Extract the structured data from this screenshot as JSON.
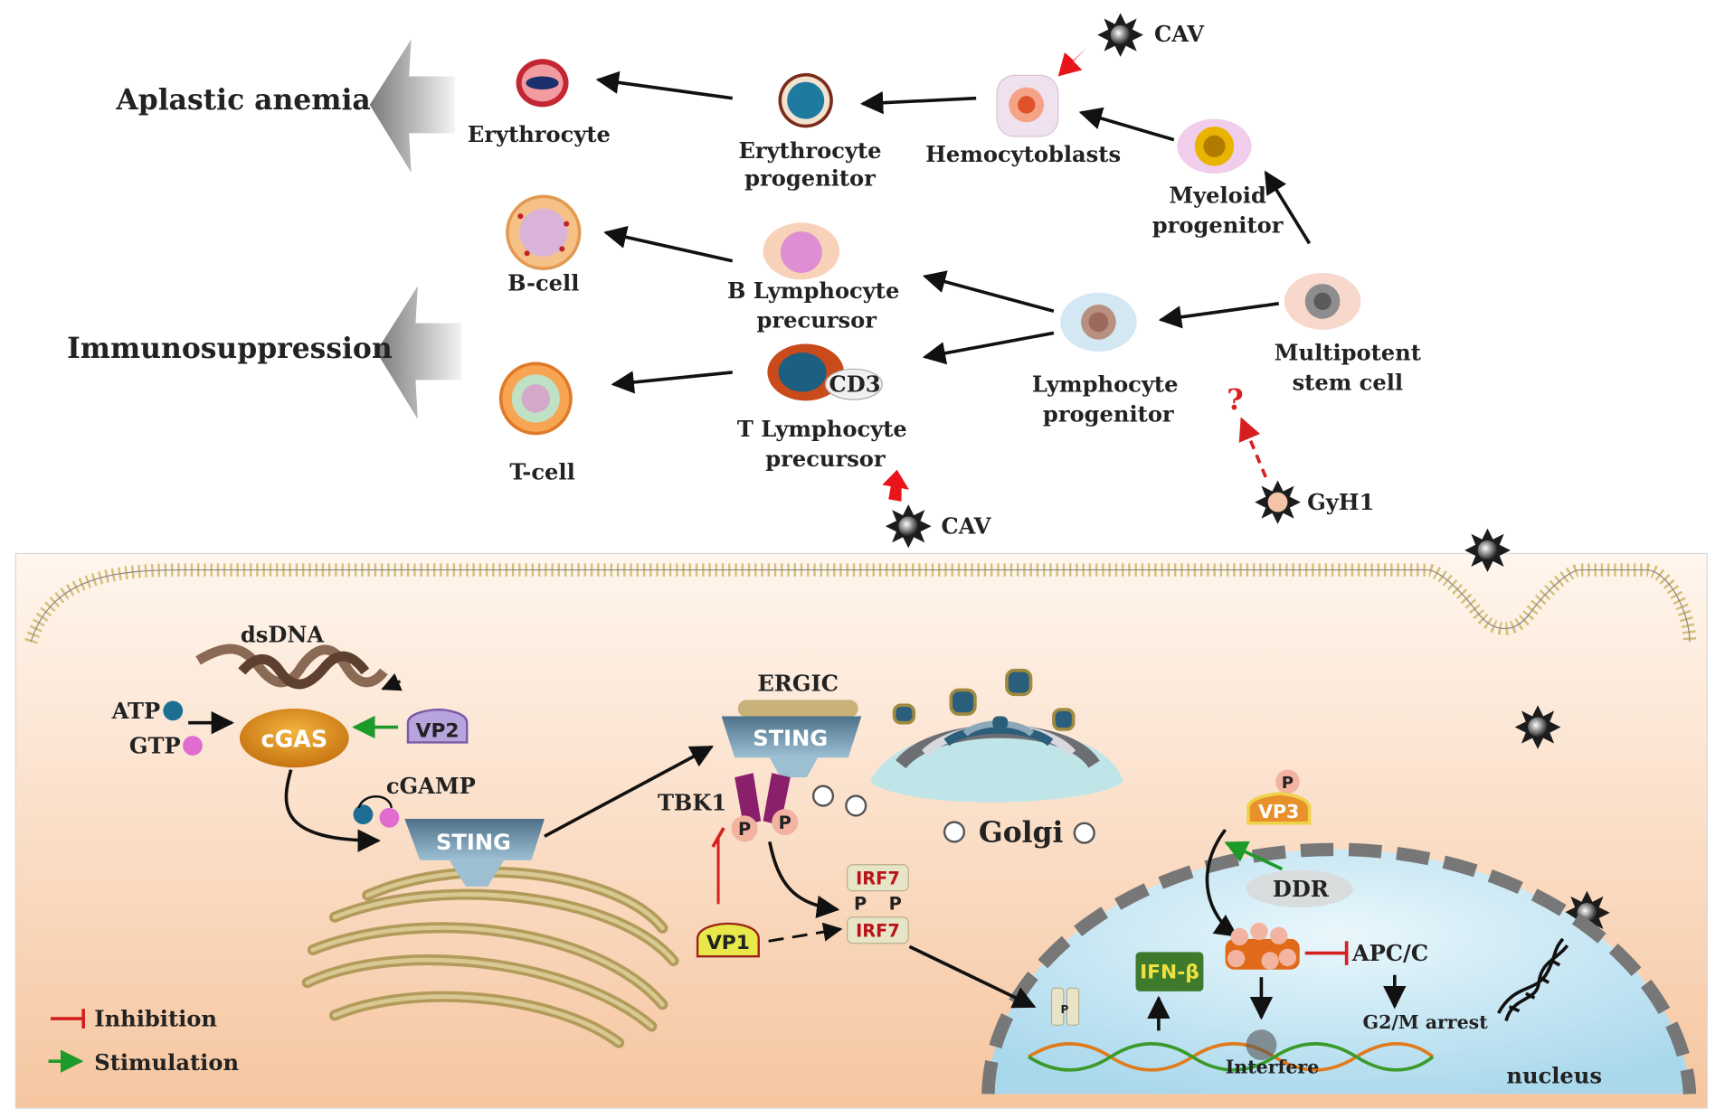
{
  "top": {
    "aplastic": "Aplastic anemia",
    "immuno": "Immunosuppression",
    "erythrocyte": "Erythrocyte",
    "ery_prog_1": "Erythrocyte",
    "ery_prog_2": "progenitor",
    "hemocytoblasts": "Hemocytoblasts",
    "myeloid_1": "Myeloid",
    "myeloid_2": "progenitor",
    "bcell": "B-cell",
    "b_pre_1": "B Lymphocyte",
    "b_pre_2": "precursor",
    "tcell": "T-cell",
    "t_pre_1": "T Lymphocyte",
    "t_pre_2": "precursor",
    "cd3": "CD3",
    "lymph_1": "Lymphocyte",
    "lymph_2": "progenitor",
    "msc_1": "Multipotent",
    "msc_2": "stem cell",
    "cav_top": "CAV",
    "cav_mid": "CAV",
    "gyh1": "GyH1",
    "question": "?"
  },
  "bottom": {
    "dsdna": "dsDNA",
    "atp": "ATP",
    "gtp": "GTP",
    "cgas": "cGAS",
    "vp2": "VP2",
    "cgamp": "cGAMP",
    "sting_er": "STING",
    "ergic": "ERGIC",
    "sting_ergic": "STING",
    "tbk1": "TBK1",
    "p": "P",
    "golgi": "Golgi",
    "irf7_a": "IRF7",
    "irf7_b": "IRF7",
    "vp1": "VP1",
    "vp3": "VP3",
    "ddr": "DDR",
    "apcc": "APC/C",
    "g2m": "G2/M arrest",
    "ifnb": "IFN-β",
    "interfere": "Interfere",
    "nucleus": "nucleus"
  },
  "legend": {
    "inhibition": "Inhibition",
    "stimulation": "Stimulation"
  },
  "colors": {
    "inhibition": "#d62020",
    "stimulation": "#1e9a2a",
    "sting": "#5b7f96",
    "cgas": "#e0901c",
    "vp2": "#b8a4dc",
    "vp1": "#e8e84a",
    "vp3": "#e89a2a",
    "ifnb": "#3e7a2c",
    "cytoplasm": "#f6c6a0",
    "nucleus": "#bfe3f1"
  },
  "icons": [
    "virus-icon",
    "dna-helix-icon",
    "membrane-icon",
    "er-icon",
    "golgi-icon"
  ]
}
